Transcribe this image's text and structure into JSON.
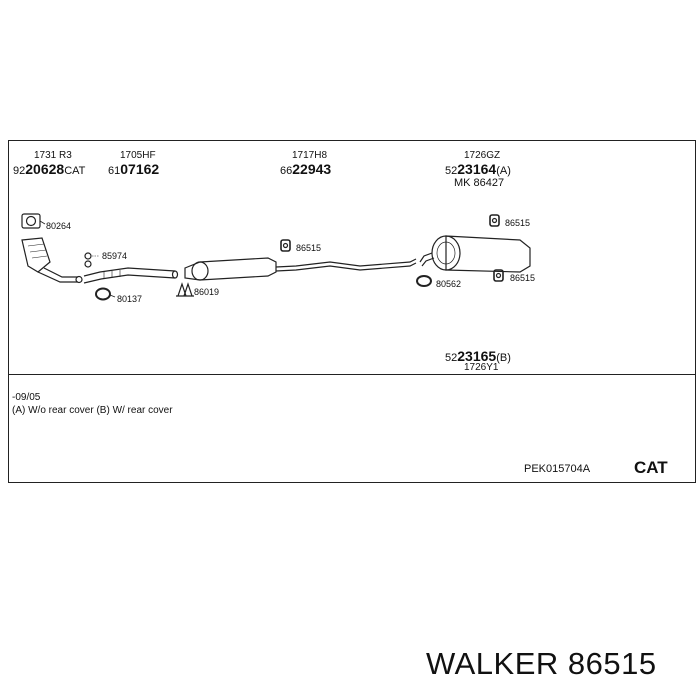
{
  "parts": {
    "p1": {
      "code": "1731 R3",
      "prefix": "92",
      "number": "20628",
      "suffix": "CAT"
    },
    "p2": {
      "code": "1705HF",
      "prefix": "61",
      "number": "07162",
      "suffix": ""
    },
    "p3": {
      "code": "1717H8",
      "prefix": "66",
      "number": "22943",
      "suffix": ""
    },
    "p4": {
      "code": "1726GZ",
      "prefix": "52",
      "number": "23164",
      "suffix": "(A)",
      "mk": "MK  86427"
    },
    "p5": {
      "code": "1726Y1",
      "prefix": "52",
      "number": "23165",
      "suffix": "(B)"
    }
  },
  "callouts": {
    "c80264": "80264",
    "c85974": "85974",
    "c80137": "80137",
    "c86019": "86019",
    "c86515_mid": "86515",
    "c86515_top": "86515",
    "c86515_right": "86515",
    "c80562": "80562"
  },
  "notes": {
    "line1": "-09/05",
    "line2": "(A) W/o rear cover (B) W/ rear cover"
  },
  "reference": "PEK015704A",
  "cat_label": "CAT",
  "brand": "WALKER 86515"
}
